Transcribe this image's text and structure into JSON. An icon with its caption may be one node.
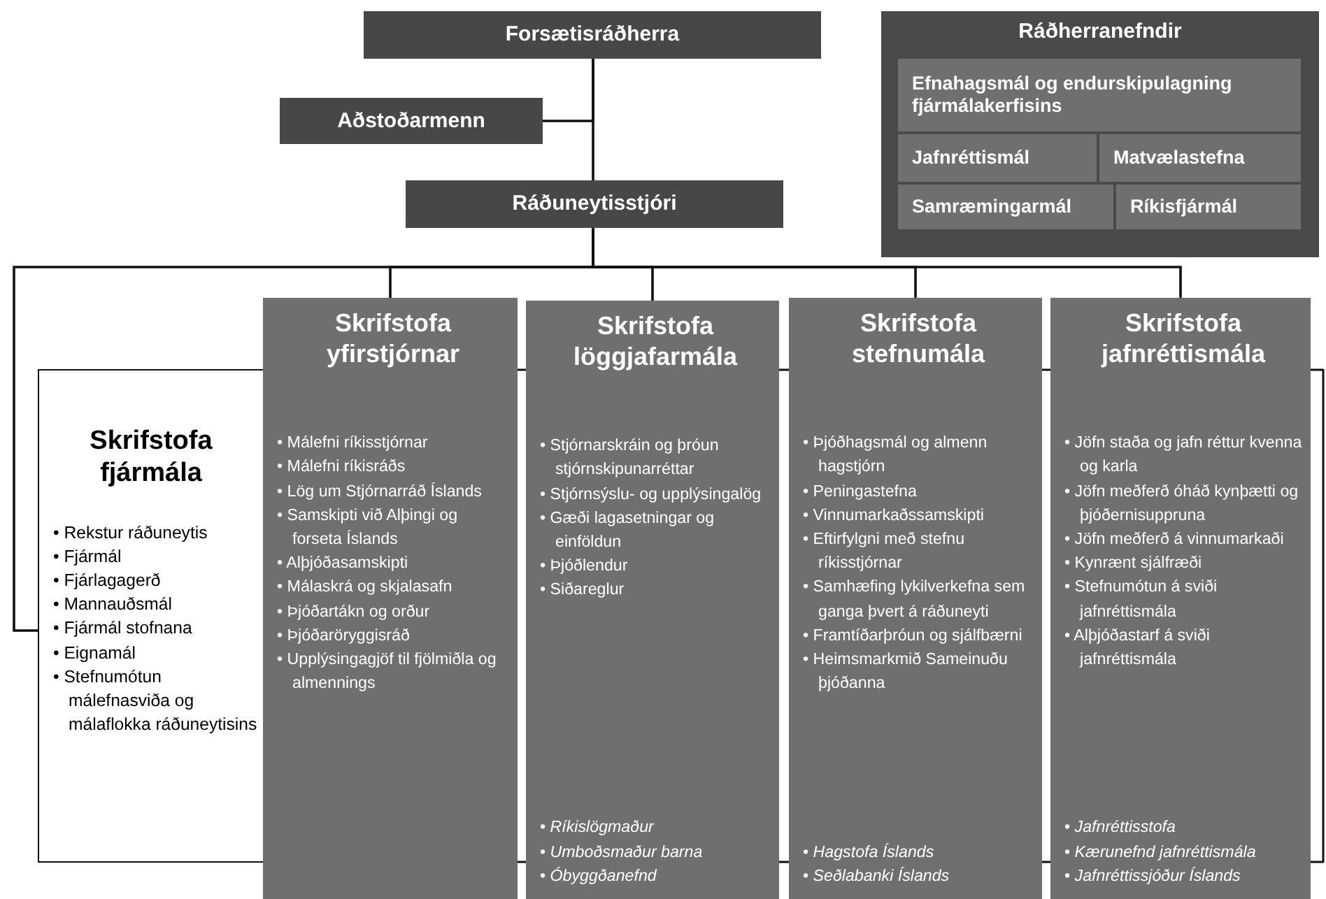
{
  "diagram": {
    "nodes": [
      {
        "text": [
          "Forsætisráðherra"
        ]
      },
      {
        "text": [
          "Aðstoðarmenn"
        ]
      },
      {
        "text": [
          "Ráðuneytisstjóri"
        ]
      },
      {
        "text": [
          "Ráðherranefndir"
        ]
      },
      {
        "text": [
          "Efnahagsmál og endurskipulagning fjármálakerfisins"
        ],
        "in": 3
      },
      {
        "text": [
          "Jafnréttismál"
        ],
        "in": 3
      },
      {
        "text": [
          "Matvælastefna"
        ],
        "in": 3
      },
      {
        "text": [
          "Samræmingarmál"
        ],
        "in": 3
      },
      {
        "text": [
          "Ríkisfjármál"
        ],
        "in": 3
      },
      {
        "text": [
          "Skrifstofa fjármála",
          "• Rekstur ráðuneytis",
          "• Fjármál",
          "• Fjárlagagerð",
          "• Mannauðsmál",
          "• Fjármál stofnana",
          "• Eignamál",
          "• Stefnumótun málefnasviða og málaflokka ráðuneytisins"
        ]
      },
      {
        "text": [
          "Skrifstofa yfirstjórnar",
          "• Málefni ríkisstjórnar",
          "• Málefni ríkisráðs",
          "• Lög um Stjórnarráð Íslands",
          "• Samskipti við Alþingi og forseta Íslands",
          "• Alþjóðasamskipti",
          "• Málaskrá og skjalasafn",
          "• Þjóðartákn og orður",
          "• Þjóðaröryggisráð",
          "• Upplýsingagjöf til fjölmiðla og almennings"
        ]
      },
      {
        "text": [
          "Skrifstofa löggjafarmála",
          "• Stjórnarskráin og þróun stjórnskipunarréttar",
          "• Stjórnsýslu- og upplýsingalög",
          "• Gæði lagasetningar og einföldun",
          "• Þjóðlendur",
          "• Siðareglur",
          "• *Ríkislögmaður*",
          "• *Umboðsmaður barna*",
          "• *Óbyggðanefnd*"
        ]
      },
      {
        "text": [
          "Skrifstofa stefnumála",
          "• Þjóðhagsmál og almenn hagstjórn",
          "• Peningastefna",
          "• Vinnumarkaðssamskipti",
          "• Eftirfylgni með stefnu ríkisstjórnar",
          "• Samhæfing lykilverkefna sem ganga þvert á ráðuneyti",
          "• Framtíðarþróun og sjálfbærni",
          "• Heimsmarkmið Sameinuðu þjóðanna",
          "• *Hagstofa Íslands*",
          "• *Seðlabanki Íslands*"
        ]
      },
      {
        "text": [
          "Skrifstofa jafnréttismála",
          "• Jöfn staða og jafn réttur kvenna og karla",
          "• Jöfn meðferð óháð kynþætti og þjóðernisuppruna",
          "• Jöfn meðferð á vinnumarkaði",
          "• Kynrænt sjálfræði",
          "• Stefnumótun á sviði jafnréttismála",
          "• Alþjóðastarf á sviði jafnréttismála",
          "• *Jafnréttisstofa*",
          "• *Kærunefnd jafnréttismála*",
          "• *Jafnréttissjóður Íslands*"
        ]
      }
    ],
    "edges": [
      {
        "from": 0,
        "to": 1,
        "arrow": "none"
      },
      {
        "from": 0,
        "to": 2,
        "arrow": "none"
      },
      {
        "from": 2,
        "to": 9,
        "arrow": "none"
      },
      {
        "from": 2,
        "to": 10,
        "arrow": "none"
      },
      {
        "from": 2,
        "to": 11,
        "arrow": "none"
      },
      {
        "from": 2,
        "to": 12,
        "arrow": "none"
      },
      {
        "from": 2,
        "to": 13,
        "arrow": "none"
      }
    ]
  }
}
